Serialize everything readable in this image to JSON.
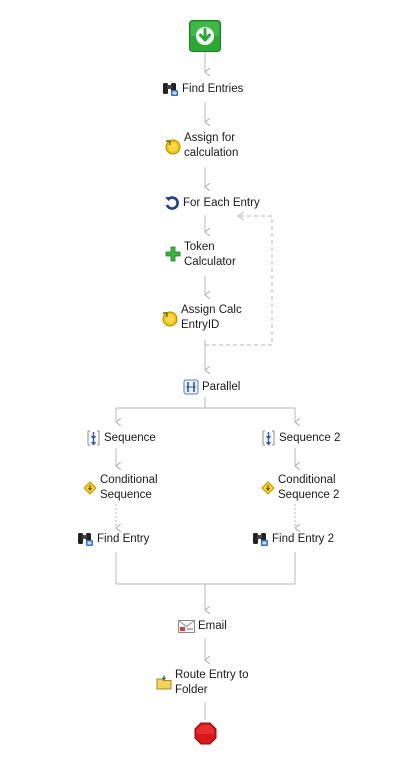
{
  "workflow": {
    "start": {
      "icon": "start-arrow-icon"
    },
    "end": {
      "icon": "stop-octagon-icon"
    },
    "nodes": {
      "find_entries": {
        "label": "Find Entries",
        "icon": "binoculars-icon"
      },
      "assign_calc": {
        "label_line1": "Assign for",
        "label_line2": "calculation",
        "icon": "assign-coin-icon"
      },
      "for_each": {
        "label": "For Each Entry",
        "icon": "loop-arrow-icon"
      },
      "token_calc": {
        "label_line1": "Token",
        "label_line2": "Calculator",
        "icon": "green-plus-icon"
      },
      "assign_calc_entry": {
        "label_line1": "Assign Calc",
        "label_line2": "EntryID",
        "icon": "assign-coin-icon"
      },
      "parallel": {
        "label": "Parallel",
        "icon": "parallel-icon"
      },
      "sequence": {
        "label": "Sequence",
        "icon": "sequence-icon"
      },
      "sequence2": {
        "label": "Sequence 2",
        "icon": "sequence-icon"
      },
      "cond_seq": {
        "label_line1": "Conditional",
        "label_line2": "Sequence",
        "icon": "conditional-diamond-icon"
      },
      "cond_seq2": {
        "label_line1": "Conditional",
        "label_line2": "Sequence 2",
        "icon": "conditional-diamond-icon"
      },
      "find_entry": {
        "label": "Find Entry",
        "icon": "binoculars-icon"
      },
      "find_entry2": {
        "label": "Find Entry 2",
        "icon": "binoculars-icon"
      },
      "email": {
        "label": "Email",
        "icon": "email-icon"
      },
      "route": {
        "label_line1": "Route Entry to",
        "label_line2": "Folder",
        "icon": "folder-icon"
      }
    },
    "colors": {
      "connector": "#c0c0c0",
      "start_green": "#2aa834",
      "stop_red": "#d81818"
    }
  }
}
